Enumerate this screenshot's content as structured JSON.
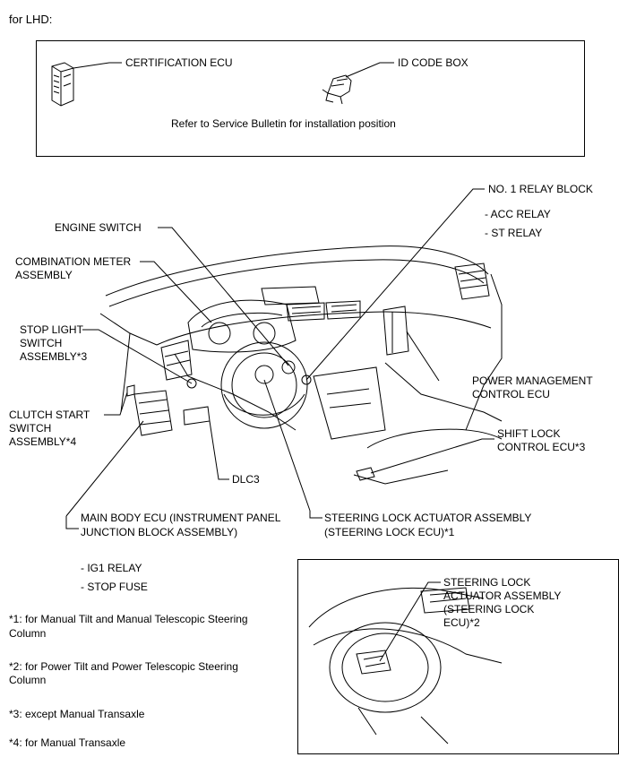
{
  "header": "for LHD:",
  "top_box": {
    "certification_ecu": "CERTIFICATION ECU",
    "id_code_box": "ID CODE BOX",
    "note": "Refer to Service Bulletin for installation position"
  },
  "labels": {
    "no1_relay_block": "NO. 1 RELAY BLOCK",
    "acc_relay": "- ACC RELAY",
    "st_relay": "- ST RELAY",
    "engine_switch": "ENGINE SWITCH",
    "combination_meter_1": "COMBINATION METER",
    "combination_meter_2": "ASSEMBLY",
    "stop_light_1": "STOP LIGHT",
    "stop_light_2": "SWITCH",
    "stop_light_3": "ASSEMBLY*3",
    "clutch_start_1": "CLUTCH START",
    "clutch_start_2": "SWITCH",
    "clutch_start_3": "ASSEMBLY*4",
    "power_mgmt_1": "POWER MANAGEMENT",
    "power_mgmt_2": "CONTROL ECU",
    "shift_lock_1": "SHIFT LOCK",
    "shift_lock_2": "CONTROL ECU*3",
    "dlc3": "DLC3",
    "main_body_1": "MAIN BODY ECU (INSTRUMENT PANEL",
    "main_body_2": "JUNCTION BLOCK ASSEMBLY)",
    "steering_actuator_1": "STEERING LOCK ACTUATOR ASSEMBLY",
    "steering_actuator_2": "(STEERING LOCK ECU)*1",
    "ig1_relay": "- IG1 RELAY",
    "stop_fuse": "- STOP FUSE"
  },
  "inset": {
    "line1": "STEERING LOCK",
    "line2": "ACTUATOR ASSEMBLY",
    "line3": "(STEERING LOCK",
    "line4": "ECU)*2"
  },
  "notes": {
    "n1a": "*1: for Manual Tilt and Manual Telescopic Steering",
    "n1b": "Column",
    "n2a": "*2: for Power Tilt and Power Telescopic Steering",
    "n2b": "Column",
    "n3": "*3: except Manual Transaxle",
    "n4": "*4: for Manual Transaxle"
  }
}
